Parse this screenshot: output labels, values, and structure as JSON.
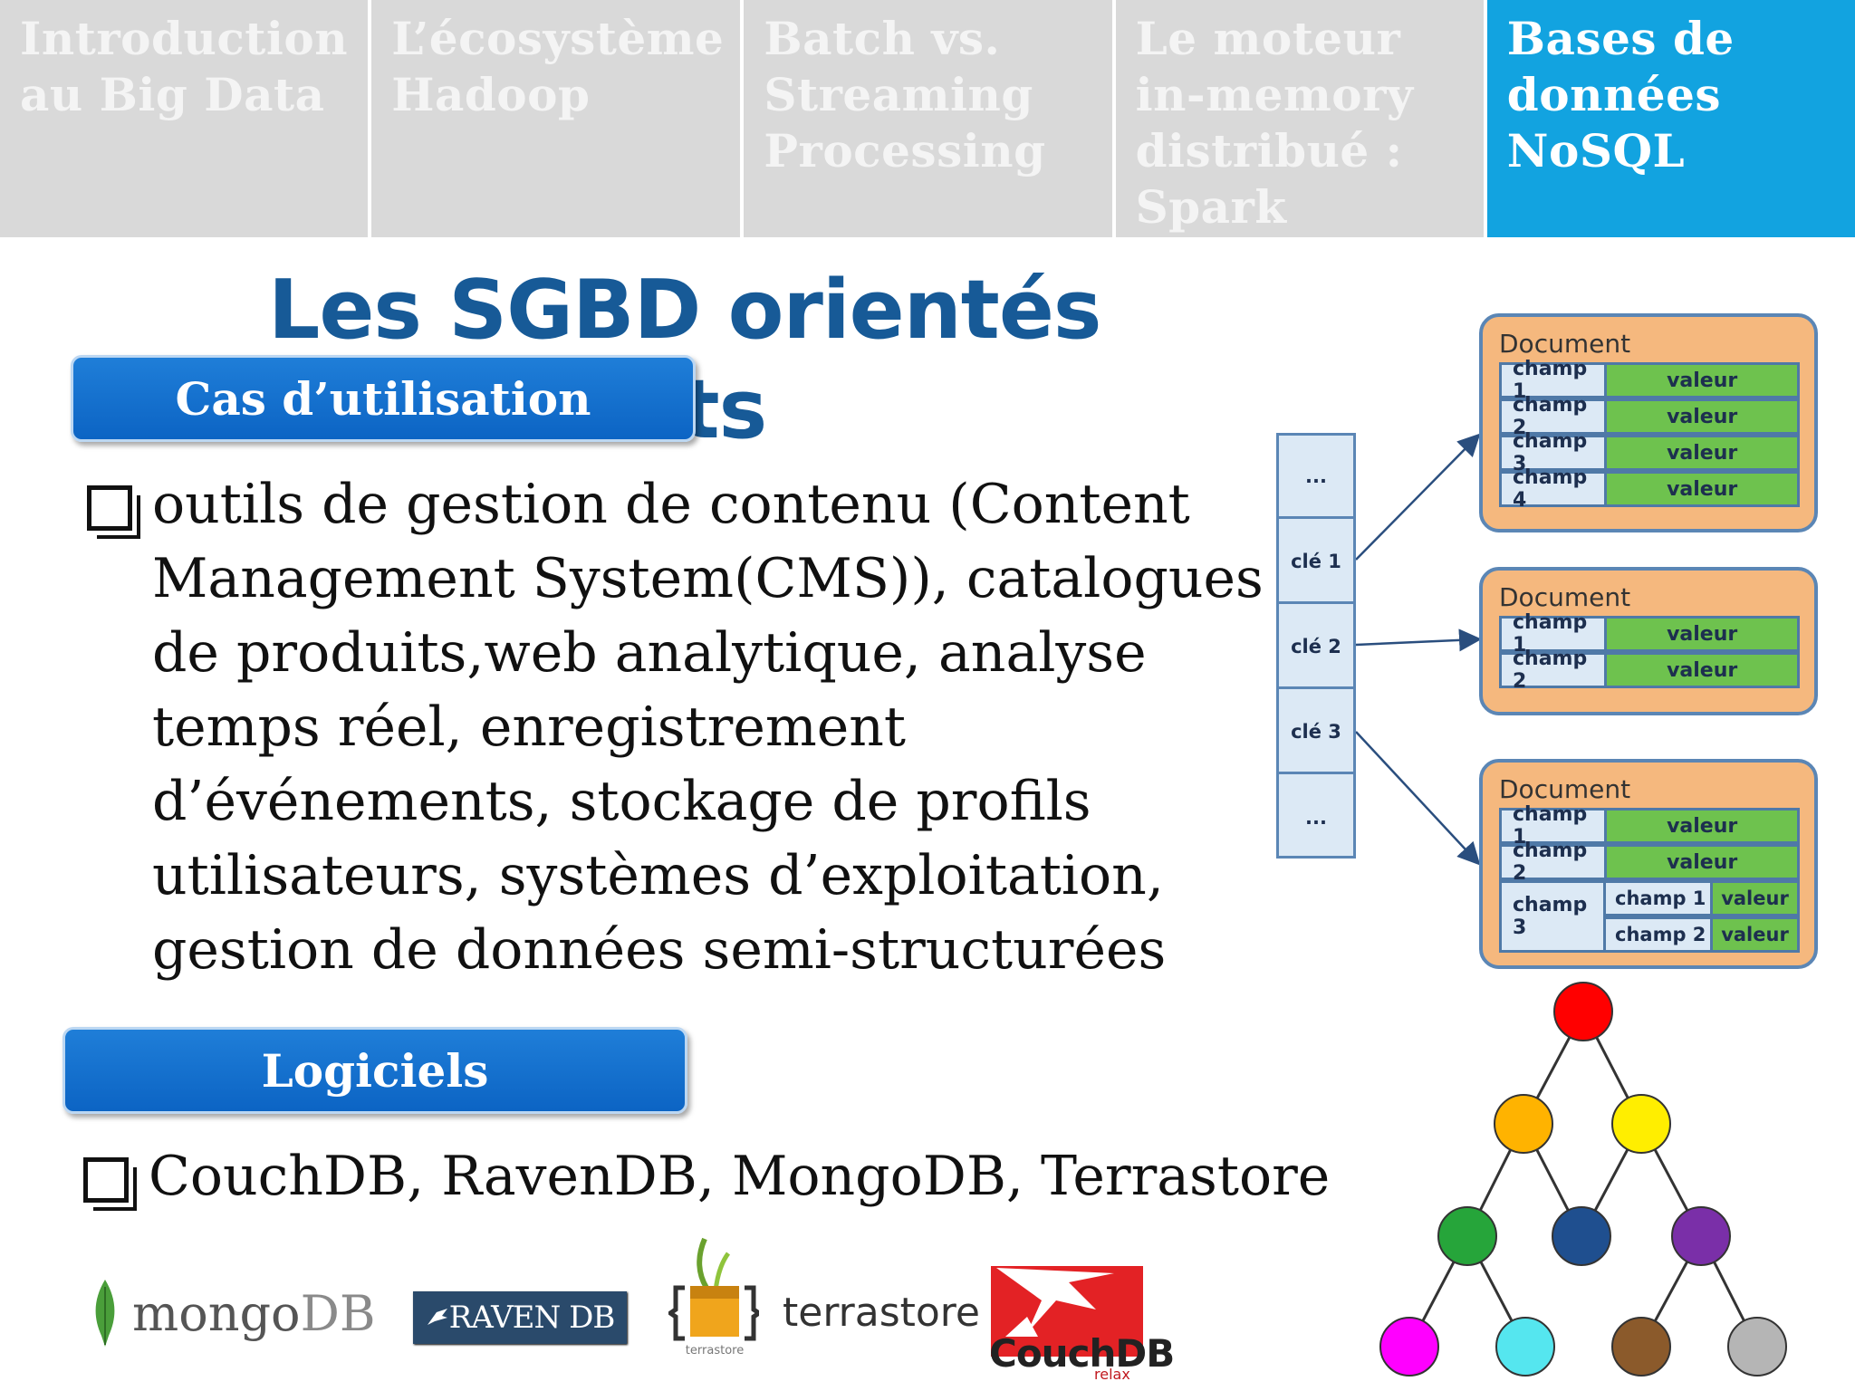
{
  "nav": {
    "tabs": [
      {
        "label": "Introduction au Big Data",
        "active": false
      },
      {
        "label": "L’écosystème Hadoop",
        "active": false
      },
      {
        "label": "Batch vs. Streaming Processing",
        "active": false
      },
      {
        "label": "Le moteur in-memory distribué : Spark",
        "active": false
      },
      {
        "label": "Bases de données NoSQL",
        "active": true
      }
    ],
    "inactive_color": "#d9d9d9",
    "active_color": "#12a3e0"
  },
  "slide": {
    "title": "Les SGBD orientés documents",
    "title_color": "#175a97"
  },
  "sections": {
    "use_cases": {
      "header": "Cas d’utilisation",
      "text": "outils de gestion de contenu (Content Management System(CMS)), catalogues de produits,web analytique, analyse temps réel, enregistrement d’événements, stockage de profils utilisateurs, systèmes d’exploitation, gestion de données semi-structurées"
    },
    "software": {
      "header": "Logiciels",
      "text": "CouchDB, RavenDB, MongoDB, Terrastore"
    }
  },
  "diagram": {
    "keys": [
      "...",
      "clé 1",
      "clé 2",
      "clé 3",
      "..."
    ],
    "doc_label": "Document",
    "doc1": [
      {
        "field": "champ 1",
        "value": "valeur"
      },
      {
        "field": "champ 2",
        "value": "valeur"
      },
      {
        "field": "champ 3",
        "value": "valeur"
      },
      {
        "field": "champ 4",
        "value": "valeur"
      }
    ],
    "doc2": [
      {
        "field": "champ 1",
        "value": "valeur"
      },
      {
        "field": "champ 2",
        "value": "valeur"
      }
    ],
    "doc3": [
      {
        "field": "champ 1",
        "value": "valeur"
      },
      {
        "field": "champ 2",
        "value": "valeur"
      }
    ],
    "doc3_nested": {
      "field": "champ 3",
      "rows": [
        {
          "field": "champ 1",
          "value": "valeur"
        },
        {
          "field": "champ 2",
          "value": "valeur"
        }
      ]
    },
    "colors": {
      "doc_bg": "#f5b87e",
      "field_bg": "#dce9f5",
      "value_bg": "#6ec24e",
      "border": "#4f79a7"
    }
  },
  "tree": {
    "node_colors": [
      "#ff0000",
      "#ffb300",
      "#ffee00",
      "#26a53a",
      "#1f4f8f",
      "#7a2fa8",
      "#ff00ff",
      "#55e6ef",
      "#8b5a2b",
      "#b5b5b5"
    ]
  },
  "logos": {
    "mongodb": {
      "word": "mongo",
      "suffix": "DB",
      "icon": "leaf-icon"
    },
    "ravendb": {
      "text": "RAVEN DB",
      "icon": "raven-icon"
    },
    "terrastore": {
      "word": "terrastore",
      "caption": "terrastore",
      "icon": "sprout-box-icon"
    },
    "couchdb": {
      "word": "CouchDB",
      "tag": "relax",
      "icon": "couch-icon"
    }
  }
}
